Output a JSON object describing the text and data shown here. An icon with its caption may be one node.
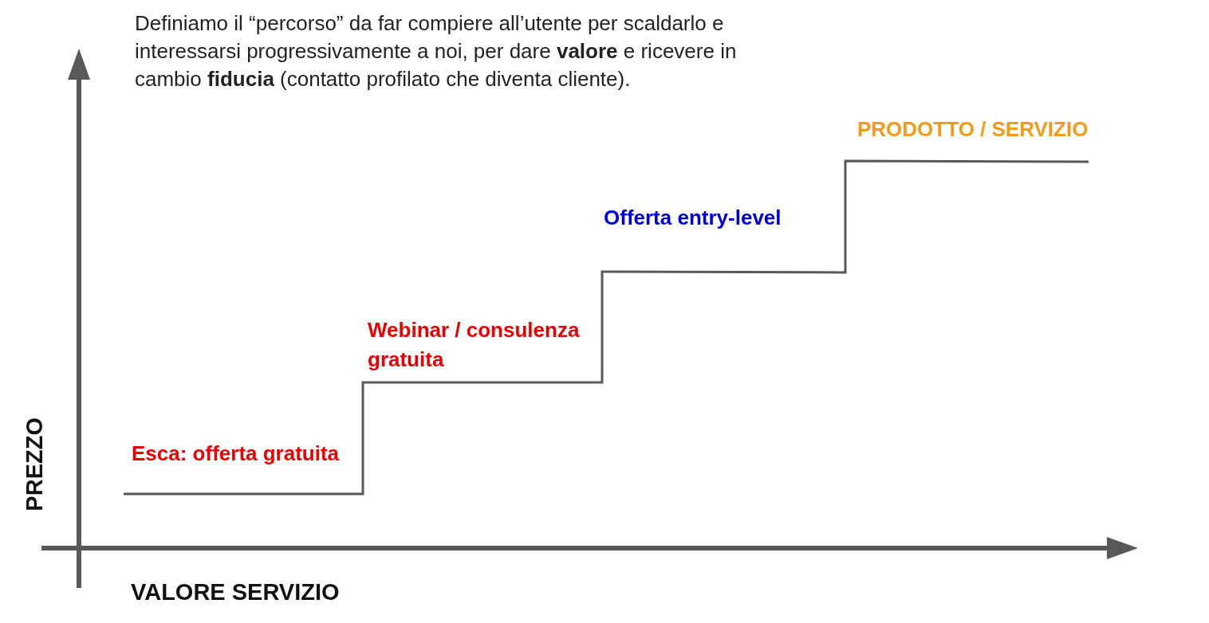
{
  "diagram": {
    "labels": [
      "Definiamo il “percorso” da far compiere all’utente per scaldarlo e interessarsi progressivamente a noi, per dare **valore** e ricevere in cambio **fiducia** (contatto profilato che diventa cliente).",
      "Esca: offerta gratuita",
      "Webinar / consulenza gratuita",
      "Offerta entry-level",
      "PRODOTTO / SERVIZIO",
      "PREZZO",
      "VALORE SERVIZIO"
    ]
  }
}
